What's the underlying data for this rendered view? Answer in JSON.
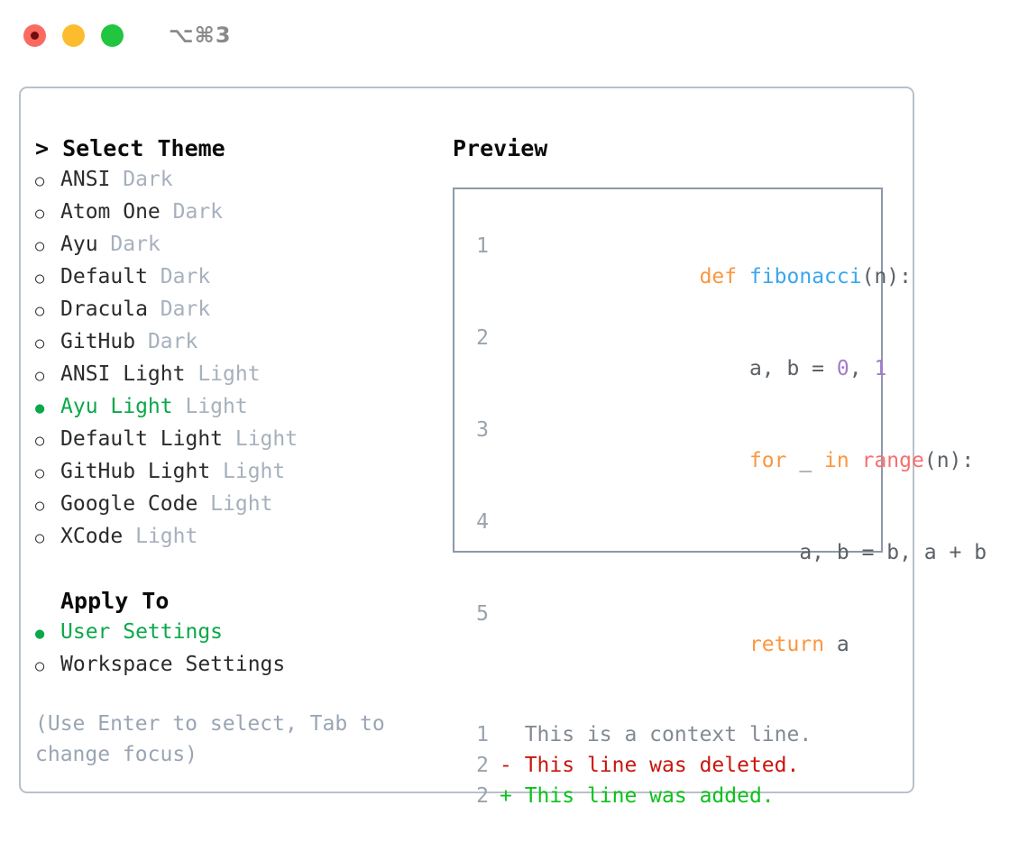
{
  "titlebar": {
    "shortcut": "⌥⌘3",
    "lights": [
      "close-red",
      "minimize-yellow",
      "zoom-green"
    ]
  },
  "theme_panel": {
    "header": "> Select Theme",
    "options": [
      {
        "marker": "○",
        "name": "ANSI",
        "tag": " Dark",
        "selected": false
      },
      {
        "marker": "○",
        "name": "Atom One",
        "tag": " Dark",
        "selected": false
      },
      {
        "marker": "○",
        "name": "Ayu",
        "tag": " Dark",
        "selected": false
      },
      {
        "marker": "○",
        "name": "Default",
        "tag": " Dark",
        "selected": false
      },
      {
        "marker": "○",
        "name": "Dracula",
        "tag": " Dark",
        "selected": false
      },
      {
        "marker": "○",
        "name": "GitHub",
        "tag": " Dark",
        "selected": false
      },
      {
        "marker": "○",
        "name": "ANSI Light",
        "tag": " Light",
        "selected": false
      },
      {
        "marker": "●",
        "name": "Ayu Light",
        "tag": " Light",
        "selected": true
      },
      {
        "marker": "○",
        "name": "Default Light",
        "tag": " Light",
        "selected": false
      },
      {
        "marker": "○",
        "name": "GitHub Light",
        "tag": " Light",
        "selected": false
      },
      {
        "marker": "○",
        "name": "Google Code",
        "tag": " Light",
        "selected": false
      },
      {
        "marker": "○",
        "name": "XCode",
        "tag": " Light",
        "selected": false
      }
    ]
  },
  "apply_to": {
    "header": "Apply To",
    "options": [
      {
        "marker": "●",
        "name": "User Settings",
        "selected": true
      },
      {
        "marker": "○",
        "name": "Workspace Settings",
        "selected": false
      }
    ]
  },
  "hint": "(Use Enter to select, Tab to change focus)",
  "preview": {
    "title": "Preview",
    "code_lines": [
      {
        "no": "1",
        "tokens": [
          {
            "t": "def",
            "c": "kw"
          },
          {
            "t": " ",
            "c": "txt"
          },
          {
            "t": "fibonacci",
            "c": "fn"
          },
          {
            "t": "(n):",
            "c": "txt"
          }
        ]
      },
      {
        "no": "2",
        "tokens": [
          {
            "t": "    a, b = ",
            "c": "txt"
          },
          {
            "t": "0",
            "c": "num"
          },
          {
            "t": ", ",
            "c": "txt"
          },
          {
            "t": "1",
            "c": "num"
          }
        ]
      },
      {
        "no": "3",
        "tokens": [
          {
            "t": "    ",
            "c": "txt"
          },
          {
            "t": "for",
            "c": "kw"
          },
          {
            "t": " _ ",
            "c": "txt"
          },
          {
            "t": "in",
            "c": "kw"
          },
          {
            "t": " ",
            "c": "txt"
          },
          {
            "t": "range",
            "c": "call"
          },
          {
            "t": "(n):",
            "c": "txt"
          }
        ]
      },
      {
        "no": "4",
        "tokens": [
          {
            "t": "        a, b = b, a + b",
            "c": "txt"
          }
        ]
      },
      {
        "no": "5",
        "tokens": [
          {
            "t": "    ",
            "c": "txt"
          },
          {
            "t": "return",
            "c": "kw"
          },
          {
            "t": " a",
            "c": "txt"
          }
        ]
      }
    ],
    "diff_lines": [
      {
        "no": "1",
        "marker": "  ",
        "text": "This is a context line.",
        "kind": "ctx"
      },
      {
        "no": "2",
        "marker": "- ",
        "text": "This line was deleted.",
        "kind": "del"
      },
      {
        "no": "2",
        "marker": "+ ",
        "text": "This line was added.",
        "kind": "add"
      }
    ]
  },
  "colors": {
    "accent_green": "#0ba84a",
    "muted": "#a7b0bd",
    "keyword": "#fc9640",
    "function": "#3aa6ee",
    "number": "#a37acc",
    "call": "#f37171",
    "diff_add": "#0bc21a",
    "diff_del": "#c9150e",
    "panel_border": "#b9c0ca",
    "preview_border": "#8d99aa"
  }
}
